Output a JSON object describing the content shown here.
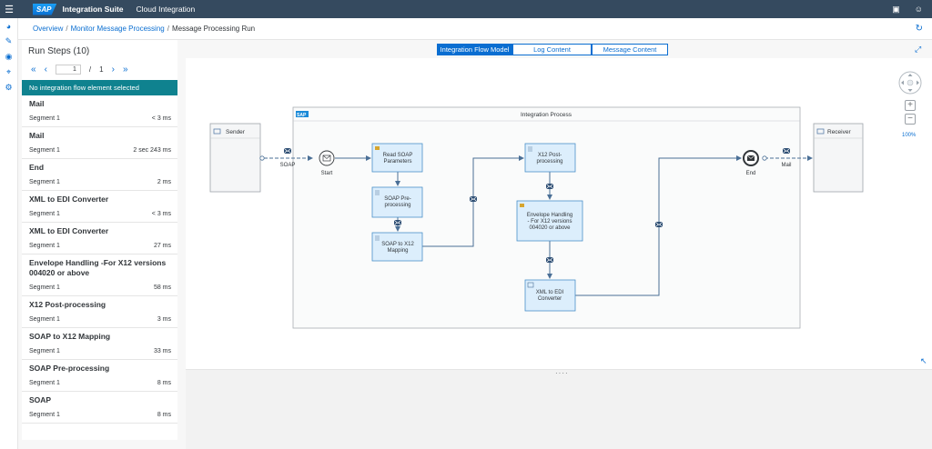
{
  "shell": {
    "logo": "SAP",
    "product": "Integration Suite",
    "area": "Cloud Integration"
  },
  "breadcrumb": {
    "overview": "Overview",
    "monitor": "Monitor Message Processing",
    "current": "Message Processing Run",
    "separator": "/"
  },
  "steps": {
    "title": "Run Steps (10)",
    "page_current": "1",
    "page_separator": "/",
    "page_total": "1",
    "banner": "No integration flow element selected",
    "items": [
      {
        "name": "Mail",
        "segment": "Segment 1",
        "duration": "< 3 ms"
      },
      {
        "name": "Mail",
        "segment": "Segment 1",
        "duration": "2 sec 243 ms"
      },
      {
        "name": "End",
        "segment": "Segment 1",
        "duration": "2 ms"
      },
      {
        "name": "XML to EDI Converter",
        "segment": "Segment 1",
        "duration": "< 3 ms"
      },
      {
        "name": "XML to EDI Converter",
        "segment": "Segment 1",
        "duration": "27 ms"
      },
      {
        "name": "Envelope Handling -For X12 versions 004020 or above",
        "segment": "Segment 1",
        "duration": "58 ms"
      },
      {
        "name": "X12 Post-processing",
        "segment": "Segment 1",
        "duration": "3 ms"
      },
      {
        "name": "SOAP to X12 Mapping",
        "segment": "Segment 1",
        "duration": "33 ms"
      },
      {
        "name": "SOAP Pre-processing",
        "segment": "Segment 1",
        "duration": "8 ms"
      },
      {
        "name": "SOAP",
        "segment": "Segment 1",
        "duration": "8 ms"
      }
    ]
  },
  "tabs": [
    "Integration Flow Model",
    "Log Content",
    "Message Content"
  ],
  "diagram": {
    "sender": "Sender",
    "receiver": "Receiver",
    "pool_title": "Integration Process",
    "pool_logo": "SAP",
    "soap_label": "SOAP",
    "mail_label": "Mail",
    "start_label": "Start",
    "end_label": "End",
    "read_soap": [
      "Read SOAP",
      "Parameters"
    ],
    "soap_pre": [
      "SOAP Pre-",
      "processing"
    ],
    "soap_x12": [
      "SOAP to X12",
      "Mapping"
    ],
    "x12_post": [
      "X12 Post-",
      "processing"
    ],
    "envelope": [
      "Envelope Handling",
      "- For X12 versions",
      "004020 or above"
    ],
    "xml_edi": [
      "XML to EDI",
      "Converter"
    ]
  },
  "zoom": {
    "level": "100%"
  },
  "colors": {
    "shell": "#354a5f",
    "accent": "#0a6ed1",
    "banner": "#0f828f",
    "step_fill": "#dceefc",
    "step_border": "#4a90c8"
  }
}
